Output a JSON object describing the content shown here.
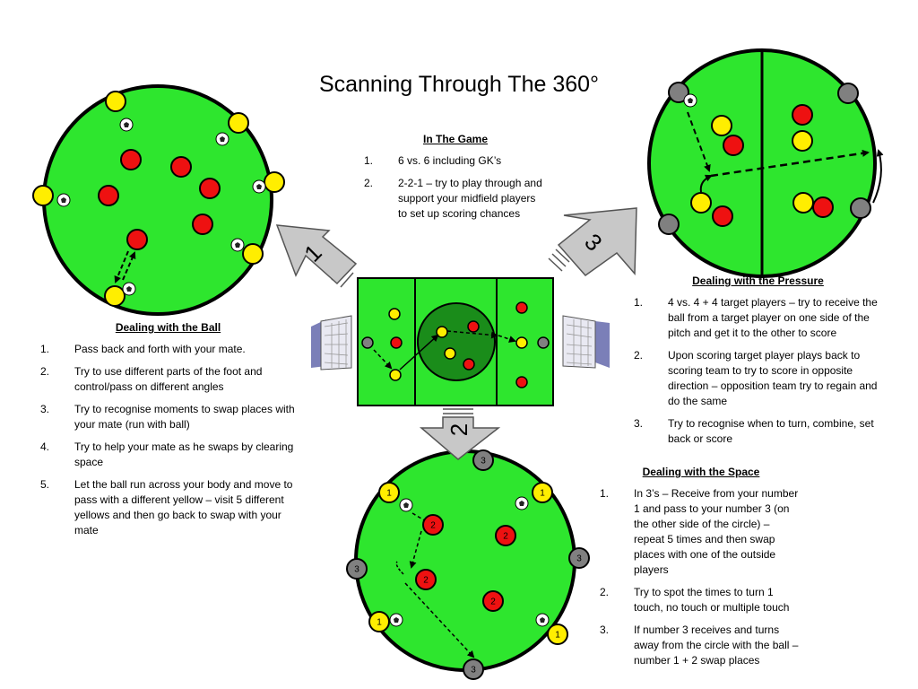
{
  "title": "Scanning Through The 360°",
  "in_game": {
    "heading": "In The Game",
    "steps": [
      {
        "num": "1.",
        "text": "6 vs. 6 including GK’s"
      },
      {
        "num": "2.",
        "text": "2-2-1 – try to play through and support your midfield players to set up scoring chances"
      }
    ]
  },
  "ball": {
    "heading": "Dealing with the Ball",
    "steps": [
      {
        "num": "1.",
        "text": "Pass back and forth with your mate."
      },
      {
        "num": "2.",
        "text": "Try to use different parts of the foot and control/pass on different angles"
      },
      {
        "num": "3.",
        "text": "Try to recognise moments to swap places with your mate (run with ball)"
      },
      {
        "num": "4.",
        "text": "Try to help your mate as he swaps by clearing space"
      },
      {
        "num": "5.",
        "text": "Let the ball run across your body and move to pass with a different yellow – visit 5 different yellows and then go back to swap with your mate"
      }
    ]
  },
  "pressure": {
    "heading": "Dealing with the Pressure",
    "steps": [
      {
        "num": "1.",
        "text": "4 vs. 4 + 4 target players – try to receive the ball from a target player on one side of the pitch and get it to the other to score"
      },
      {
        "num": "2.",
        "text": "Upon scoring target player plays back to scoring team to try to score in opposite direction – opposition team try to regain and do the same"
      },
      {
        "num": "3.",
        "text": "Try to recognise when to turn, combine, set back or score"
      }
    ]
  },
  "space": {
    "heading": "Dealing with the Space",
    "steps": [
      {
        "num": "1.",
        "text": "In 3’s – Receive from your number 1 and pass to your number 3 (on the other side of the circle) – repeat 5 times and then swap places with one of the outside players"
      },
      {
        "num": "2.",
        "text": "Try to spot the times to turn 1 touch, no touch or multiple touch"
      },
      {
        "num": "3.",
        "text": "If number 3 receives and turns away from the circle with the ball – number 1 + 2 swap places"
      }
    ]
  },
  "arrows": {
    "one": "1",
    "two": "2",
    "three": "3"
  },
  "player_numbers": {
    "one": "1",
    "two": "2",
    "three": "3"
  },
  "colors": {
    "pitch": "#2ee62e",
    "center_circle": "#1a8c1a",
    "red_player": "#ee1111",
    "yellow_player": "#ffee00",
    "grey_player": "#808080",
    "arrow_fill": "#c8c8c8"
  }
}
